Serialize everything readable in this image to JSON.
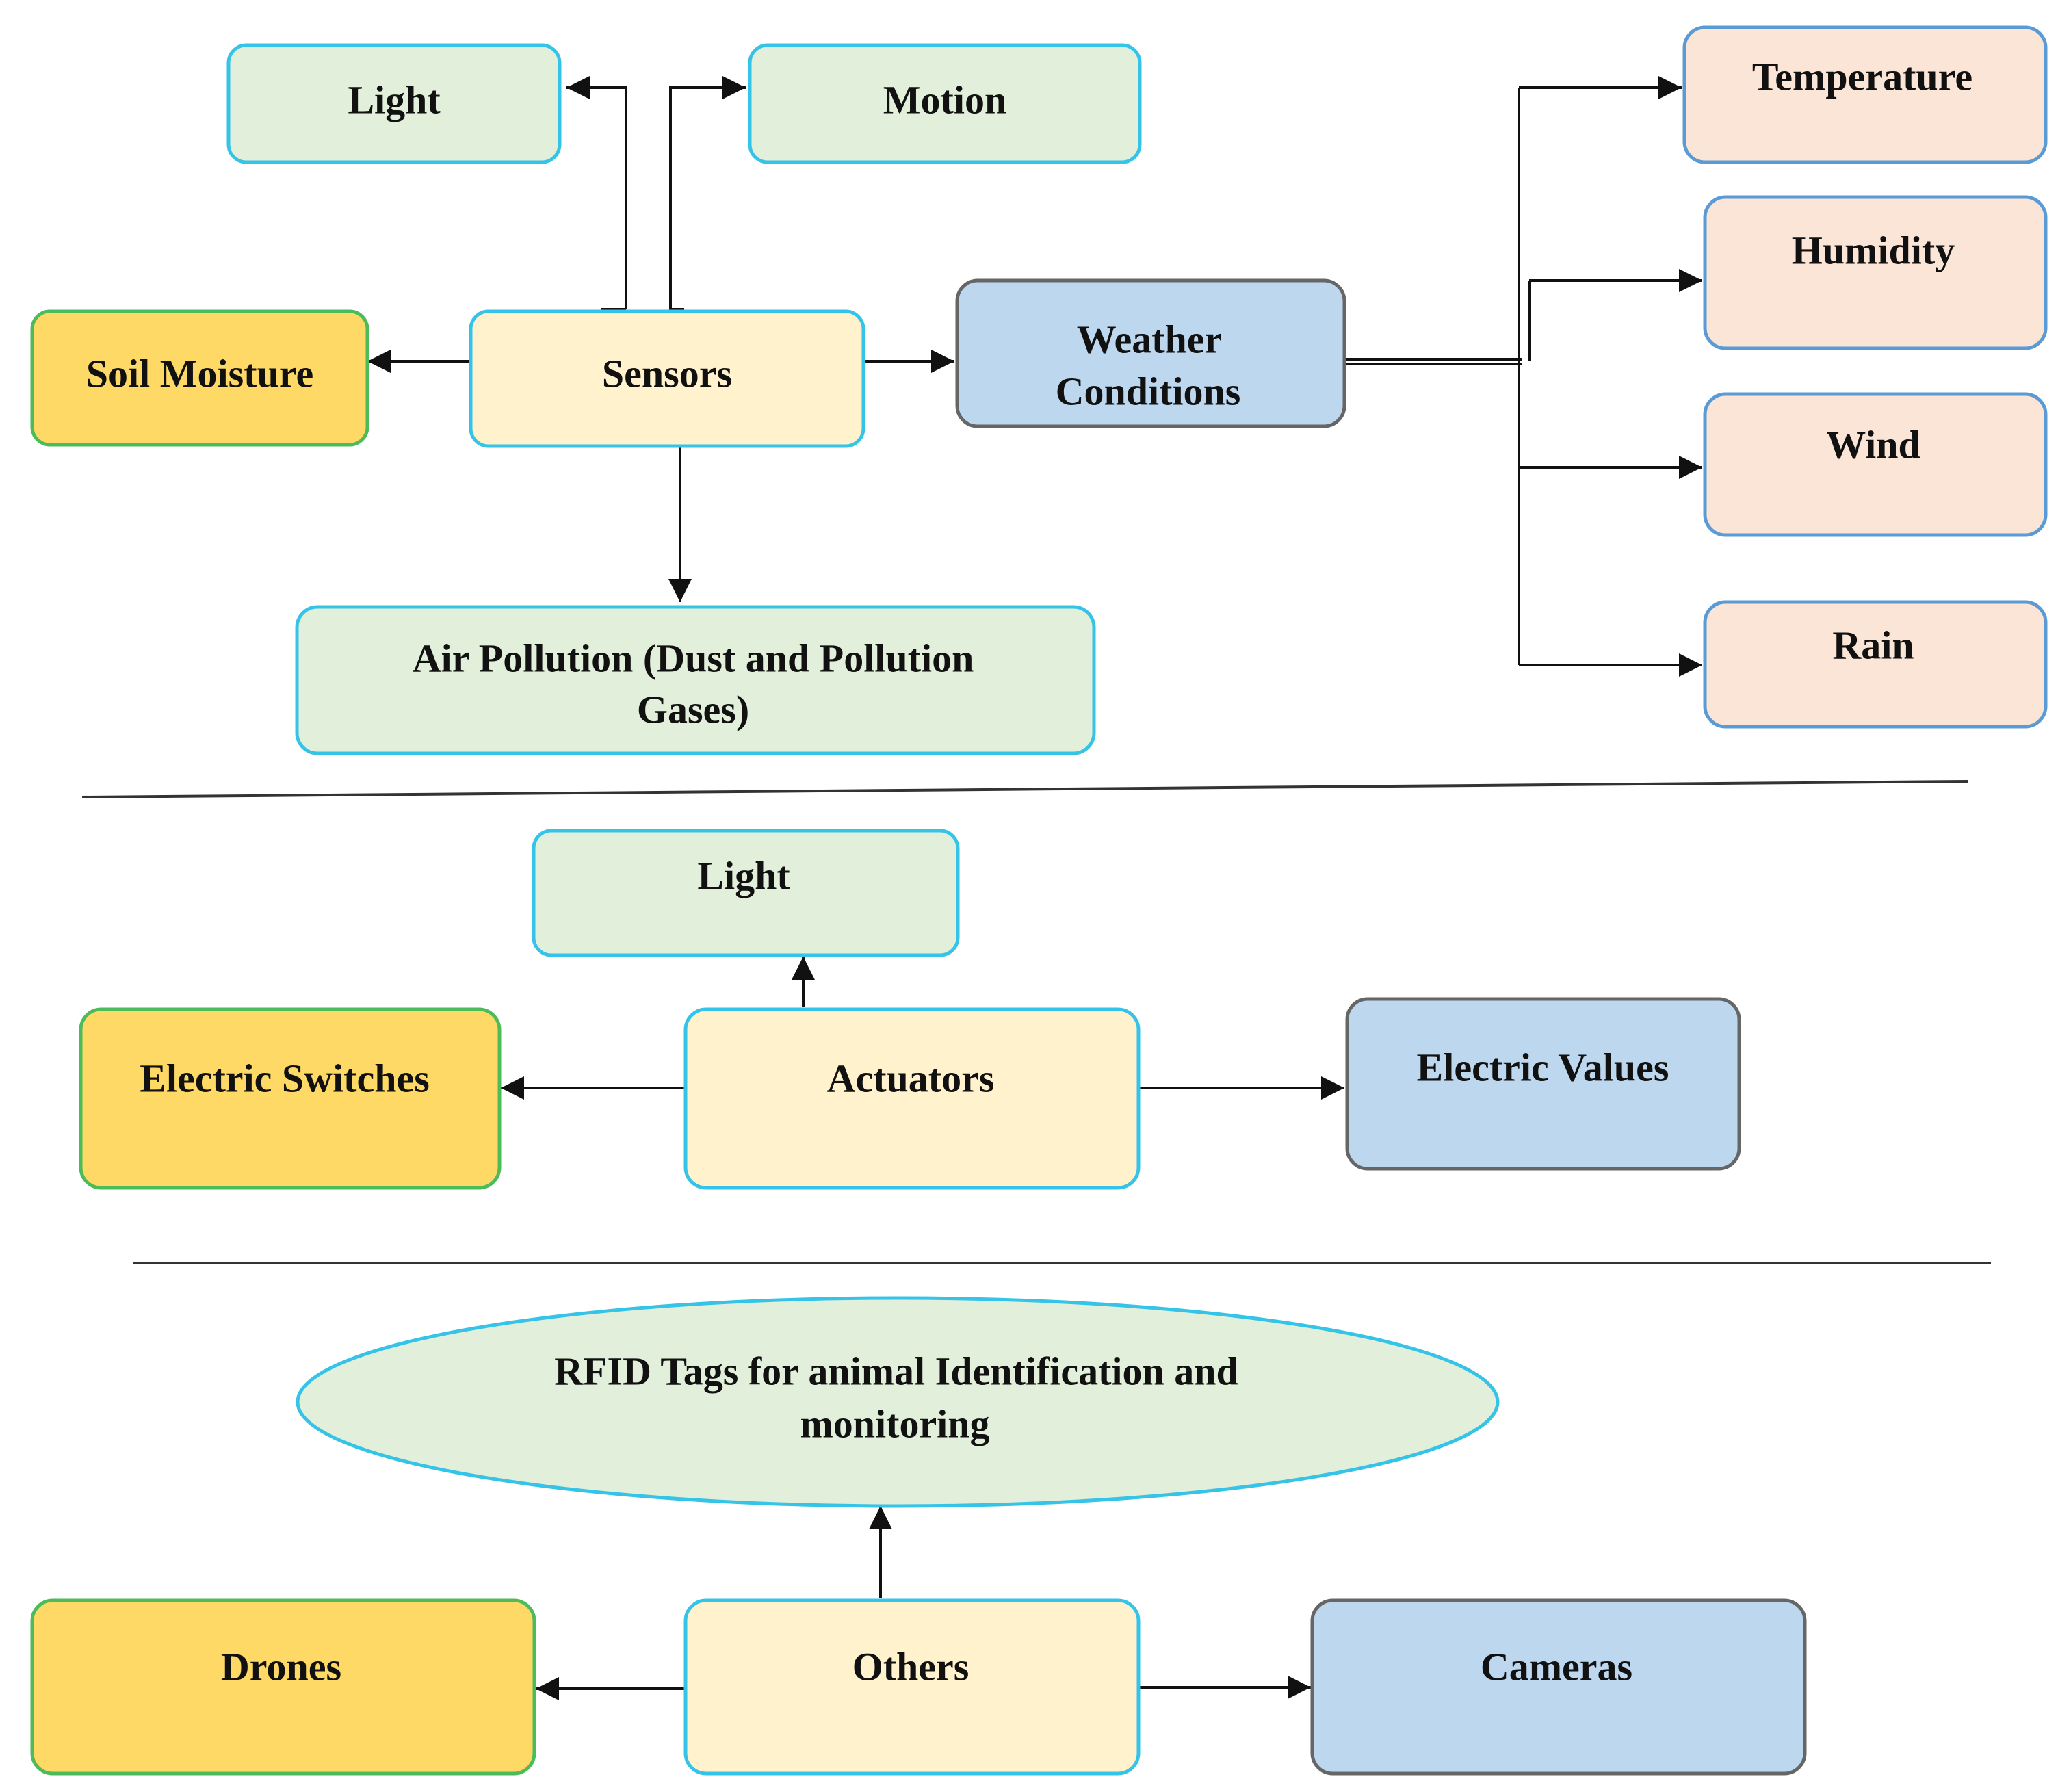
{
  "sensors": {
    "center": "Sensors",
    "light": "Light",
    "motion": "Motion",
    "soil_moisture": "Soil Moisture",
    "air_pollution": [
      "Air Pollution (Dust and Pollution",
      "Gases)"
    ],
    "weather": [
      "Weather",
      "Conditions"
    ],
    "temperature": "Temperature",
    "humidity": "Humidity",
    "wind": "Wind",
    "rain": "Rain"
  },
  "actuators": {
    "center": "Actuators",
    "light": "Light",
    "electric_switches": "Electric Switches",
    "electric_values": "Electric Values"
  },
  "others": {
    "center": "Others",
    "rfid": [
      "RFID Tags for animal Identification and",
      "monitoring"
    ],
    "drones": "Drones",
    "cameras": "Cameras"
  },
  "colors": {
    "green_fill": "#e2efda",
    "green_stroke": "#35c3e8",
    "cream_fill": "#fff2cc",
    "cream_stroke": "#35c3e8",
    "yellow_fill": "#ffd966",
    "yellow_stroke": "#4cbb5a",
    "blue_fill": "#bdd7ee",
    "blue_stroke": "#666666",
    "peach_fill": "#fbe5d6",
    "peach_stroke": "#5b9bd5",
    "line": "#111111"
  }
}
